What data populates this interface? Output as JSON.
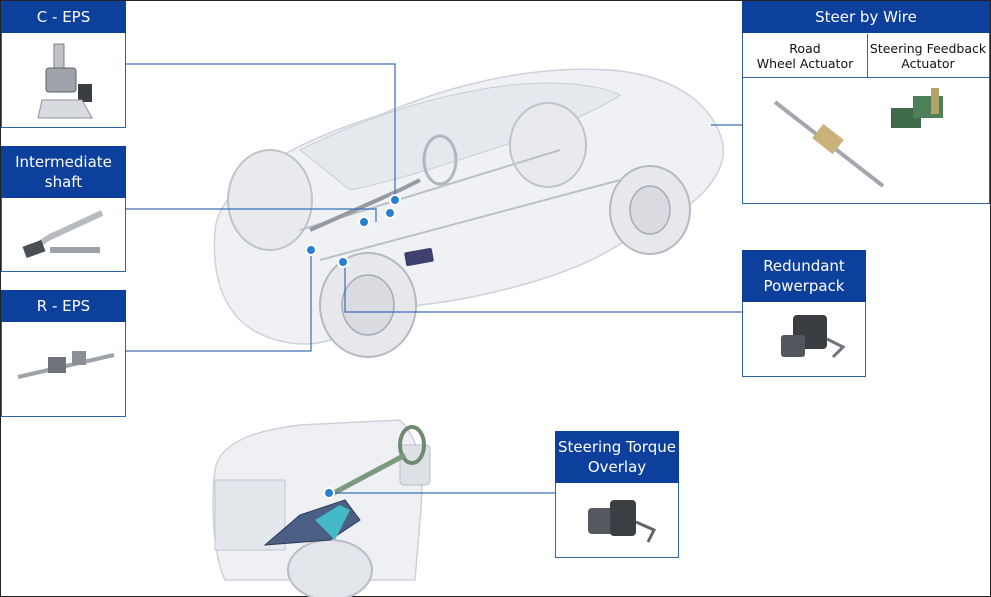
{
  "labels": {
    "c_eps": "C - EPS",
    "intermediate_shaft": "Intermediate\nshaft",
    "r_eps": "R - EPS",
    "steer_by_wire": "Steer by Wire",
    "road_wheel_actuator": "Road\nWheel Actuator",
    "steering_feedback_actuator": "Steering Feedback\nActuator",
    "redundant_powerpack": "Redundant\nPowerpack",
    "steering_torque_overlay": "Steering Torque\nOverlay"
  },
  "colors": {
    "header_blue": "#0d3f9c",
    "border_blue": "#2e63a8",
    "dot_blue": "#2a7fd1",
    "line_blue": "#3a6fb8"
  }
}
